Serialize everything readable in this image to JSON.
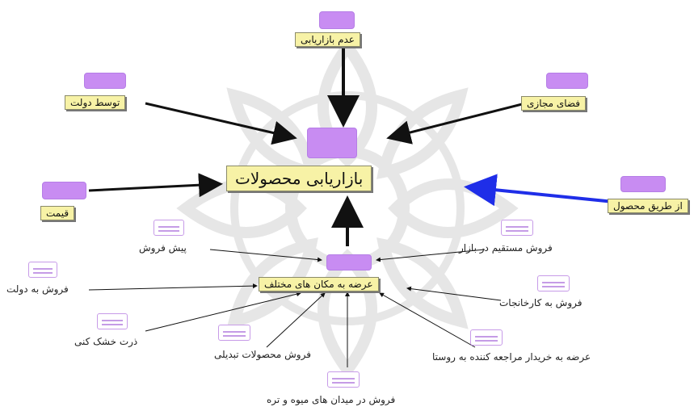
{
  "diagram": {
    "central": "بازاریابی محصولات",
    "hub": "عرضه به مکان های مختلف",
    "codes": {
      "lack_of_marketing": "عدم بازاریابی",
      "by_government": "توسط دولت",
      "cyberspace": "فضای مجازی",
      "price": "قیمت",
      "through_product": "از طریق محصول"
    },
    "sub": {
      "pre_sale": "پیش فروش",
      "direct_market_sale": "فروش مستقیم در بازار",
      "sale_to_government": "فروش به دولت",
      "sale_to_factories": "فروش به کارخانجات",
      "dry_grain": "ذرت خشک کنی",
      "byproducts_sale": "فروش محصولات تبدیلی",
      "village_buyers": "عرضه به خریدار مراجعه کننده به روستا",
      "fruit_market": "فروش در میدان های میوه و تره"
    },
    "colors": {
      "code_fill": "#c88cf2",
      "label_fill": "#f7f2a6",
      "highlight_arrow": "#1f2ee8",
      "arrow": "#111111"
    }
  }
}
